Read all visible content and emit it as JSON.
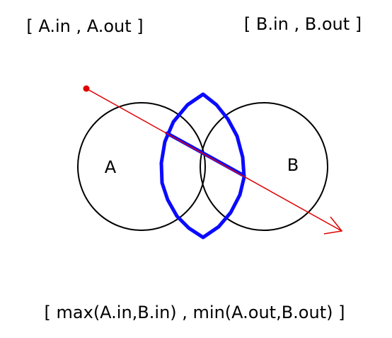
{
  "labels": {
    "a_interval": "[ A.in , A.out ]",
    "b_interval": "[ B.in , B.out ]",
    "circle_a": "A",
    "circle_b": "B",
    "intersection_interval": "[ max(A.in,B.in) , min(A.out,B.out) ]"
  },
  "colors": {
    "circle_stroke": "#000000",
    "ray": "#e00000",
    "intersection": "#0a0aff",
    "text": "#000000",
    "background": "#ffffff"
  }
}
